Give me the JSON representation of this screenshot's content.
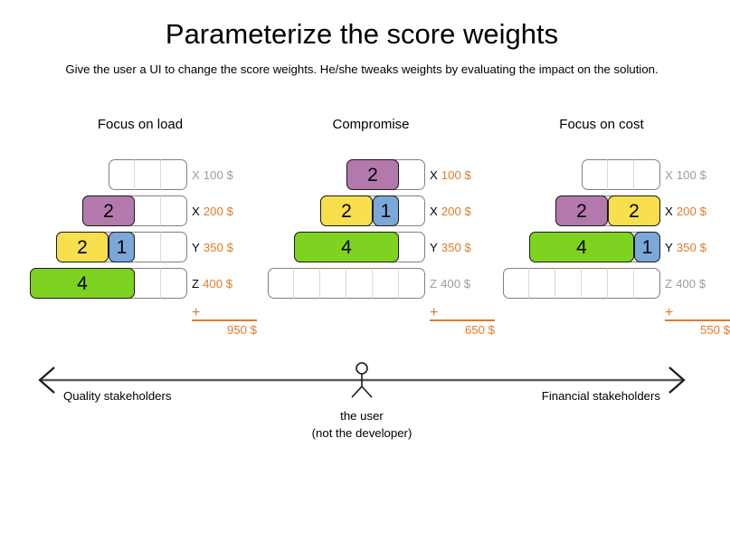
{
  "slide": {
    "title": "Parameterize the score weights",
    "subtitle": "Give the user a UI to change the score weights. He/she tweaks weights by evaluating the impact on the solution."
  },
  "colors": {
    "purple": "#b379ac",
    "yellow": "#f7df4e",
    "blue": "#7ba8d9",
    "green": "#7ed321",
    "accent_orange": "#e07b2a",
    "muted_gray": "#9d9d9d",
    "track_border": "#808080",
    "block_border": "#1a1a1a"
  },
  "columns": [
    {
      "id": "focus-on-load",
      "title": "Focus on load",
      "rows": [
        {
          "key": "X",
          "price": "100 $",
          "active": false,
          "empty_cells": 3,
          "blocks": []
        },
        {
          "key": "X",
          "price": "200 $",
          "active": true,
          "empty_cells": 4,
          "blocks": [
            {
              "value": "2",
              "units": 2,
              "color": "purple"
            }
          ]
        },
        {
          "key": "Y",
          "price": "350 $",
          "active": true,
          "empty_cells": 5,
          "blocks": [
            {
              "value": "2",
              "units": 2,
              "color": "yellow"
            },
            {
              "value": "1",
              "units": 1,
              "color": "blue"
            }
          ]
        },
        {
          "key": "Z",
          "price": "400 $",
          "active": true,
          "empty_cells": 6,
          "blocks": [
            {
              "value": "4",
              "units": 4,
              "color": "green"
            }
          ]
        }
      ],
      "sum": {
        "plus": "+",
        "total": "950 $"
      }
    },
    {
      "id": "compromise",
      "title": "Compromise",
      "rows": [
        {
          "key": "X",
          "price": "100 $",
          "active": true,
          "empty_cells": 3,
          "blocks": [
            {
              "value": "2",
              "units": 2,
              "color": "purple"
            }
          ]
        },
        {
          "key": "X",
          "price": "200 $",
          "active": true,
          "empty_cells": 4,
          "blocks": [
            {
              "value": "2",
              "units": 2,
              "color": "yellow"
            },
            {
              "value": "1",
              "units": 1,
              "color": "blue"
            }
          ]
        },
        {
          "key": "Y",
          "price": "350 $",
          "active": true,
          "empty_cells": 5,
          "blocks": [
            {
              "value": "4",
              "units": 4,
              "color": "green"
            }
          ]
        },
        {
          "key": "Z",
          "price": "400 $",
          "active": false,
          "empty_cells": 6,
          "blocks": []
        }
      ],
      "sum": {
        "plus": "+",
        "total": "650 $"
      }
    },
    {
      "id": "focus-on-cost",
      "title": "Focus on cost",
      "rows": [
        {
          "key": "X",
          "price": "100 $",
          "active": false,
          "empty_cells": 3,
          "blocks": []
        },
        {
          "key": "X",
          "price": "200 $",
          "active": true,
          "empty_cells": 4,
          "blocks": [
            {
              "value": "2",
              "units": 2,
              "color": "purple"
            },
            {
              "value": "2",
              "units": 2,
              "color": "yellow"
            }
          ]
        },
        {
          "key": "Y",
          "price": "350 $",
          "active": true,
          "empty_cells": 5,
          "blocks": [
            {
              "value": "4",
              "units": 4,
              "color": "green"
            },
            {
              "value": "1",
              "units": 1,
              "color": "blue"
            }
          ]
        },
        {
          "key": "Z",
          "price": "400 $",
          "active": false,
          "empty_cells": 6,
          "blocks": []
        }
      ],
      "sum": {
        "plus": "+",
        "total": "550 $"
      }
    }
  ],
  "axis": {
    "left_label": "Quality stakeholders",
    "right_label": "Financial stakeholders",
    "user_caption_line1": "the user",
    "user_caption_line2": "(not the developer)"
  }
}
